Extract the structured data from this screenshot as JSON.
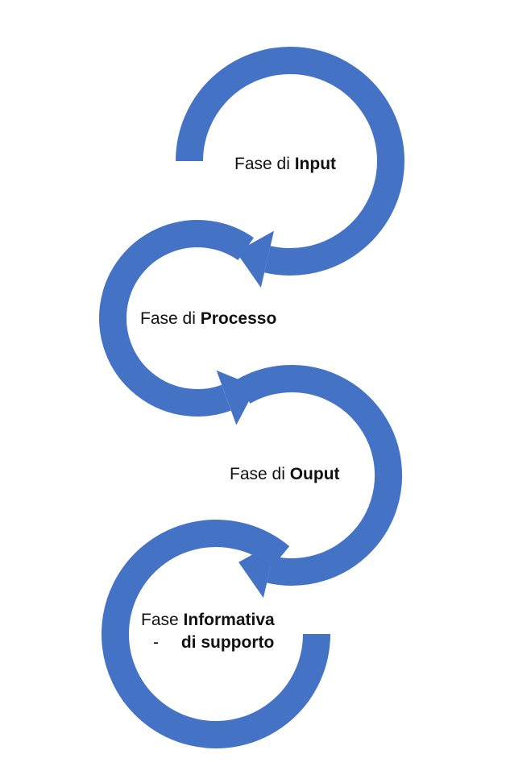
{
  "diagram": {
    "accent_color": "#4472C4",
    "steps": [
      {
        "prefix": "Fase di",
        "bold": "Input"
      },
      {
        "prefix": "Fase di",
        "bold": "Processo"
      },
      {
        "prefix": "Fase di",
        "bold": "Ouput"
      },
      {
        "prefix": "Fase",
        "bold": "Informativa",
        "dash": "-",
        "bold_line2": "di supporto"
      }
    ]
  }
}
